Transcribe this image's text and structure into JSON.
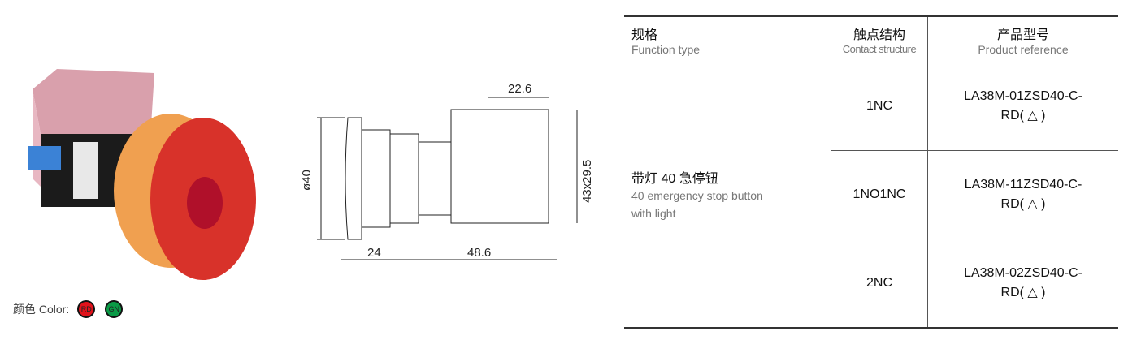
{
  "colors": {
    "label": "颜色 Color:",
    "options": [
      {
        "code": "RD",
        "hex": "#e0121b"
      },
      {
        "code": "GN",
        "hex": "#0a9a46"
      }
    ]
  },
  "drawing": {
    "dims": {
      "top_width": "22.6",
      "diameter": "ø40",
      "height": "43x29.5",
      "head_depth": "24",
      "body_length": "48.6"
    }
  },
  "table": {
    "headers": [
      {
        "cn": "规格",
        "en": "Function type"
      },
      {
        "cn": "触点结构",
        "en": "Contact structure"
      },
      {
        "cn": "产品型号",
        "en": "Product reference"
      }
    ],
    "function": {
      "cn": "带灯 40 急停钮",
      "en1": "40 emergency stop button",
      "en2": "with light"
    },
    "rows": [
      {
        "contact": "1NC",
        "ref1": "LA38M-01ZSD40-C-",
        "ref2": "RD( △ )"
      },
      {
        "contact": "1NO1NC",
        "ref1": "LA38M-11ZSD40-C-",
        "ref2": "RD( △ )"
      },
      {
        "contact": "2NC",
        "ref1": "LA38M-02ZSD40-C-",
        "ref2": "RD( △ )"
      }
    ]
  }
}
